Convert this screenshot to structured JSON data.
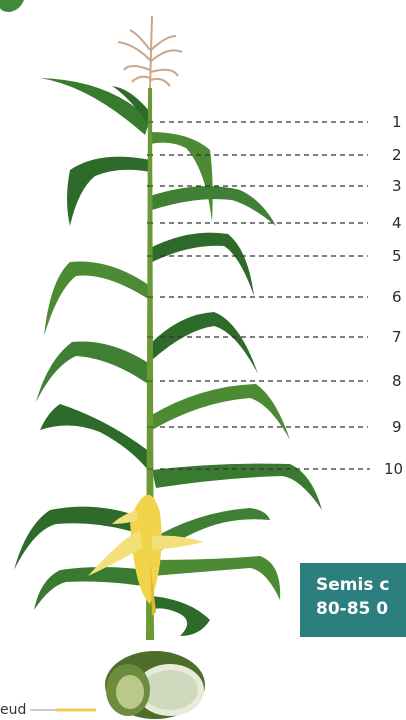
{
  "nodes": [
    {
      "label": "1"
    },
    {
      "label": "2"
    },
    {
      "label": "3"
    },
    {
      "label": "4"
    },
    {
      "label": "5"
    },
    {
      "label": "6"
    },
    {
      "label": "7"
    },
    {
      "label": "8"
    },
    {
      "label": "9"
    },
    {
      "label": "10"
    }
  ],
  "callout": {
    "line1": "Semis c",
    "line2": "80-85 0"
  },
  "bottom_label": "eud",
  "colors": {
    "stalk": "#6a9a38",
    "leaf_dark": "#2e6b2a",
    "leaf_mid": "#4c8a34",
    "tassel": "#c9a68a",
    "ear": "#f2d44a",
    "callout_bg": "#2d7e7e",
    "marker_line": "#f2c94c"
  }
}
